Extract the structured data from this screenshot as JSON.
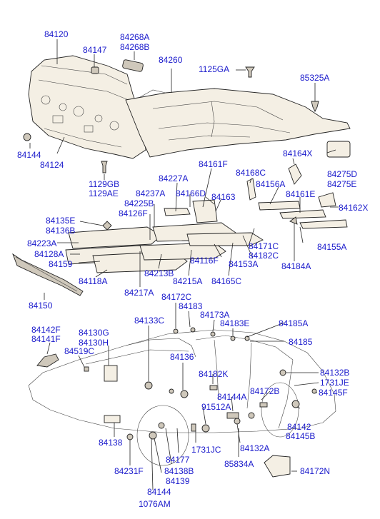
{
  "labels": {
    "l84120": "84120",
    "l84147": "84147",
    "l84268A": "84268A",
    "l84268B": "84268B",
    "l84260": "84260",
    "l1125GA": "1125GA",
    "l85325A": "85325A",
    "l84144a": "84144",
    "l84124": "84124",
    "l1129GB": "1129GB",
    "l1129AE": "1129AE",
    "l84161F": "84161F",
    "l84168C": "84168C",
    "l84164X": "84164X",
    "l84275D": "84275D",
    "l84275E": "84275E",
    "l84227A": "84227A",
    "l84237A": "84237A",
    "l84166D": "84166D",
    "l84163": "84163",
    "l84156A": "84156A",
    "l84161E": "84161E",
    "l84162X": "84162X",
    "l84225B": "84225B",
    "l84126F": "84126F",
    "l84135E": "84135E",
    "l84136B": "84136B",
    "l84223A": "84223A",
    "l84128A": "84128A",
    "l84159": "84159",
    "l84171C": "84171C",
    "l84182C": "84182C",
    "l84155A": "84155A",
    "l84116F": "84116F",
    "l84153A": "84153A",
    "l84184A": "84184A",
    "l84118A": "84118A",
    "l84213B": "84213B",
    "l84215A": "84215A",
    "l84165C": "84165C",
    "l84150": "84150",
    "l84217A": "84217A",
    "l84172C": "84172C",
    "l84183a": "84183",
    "l84133C": "84133C",
    "l84173A": "84173A",
    "l84183E": "84183E",
    "l84185A": "84185A",
    "l84142F": "84142F",
    "l84141F": "84141F",
    "l84130G": "84130G",
    "l84130H": "84130H",
    "l84185": "84185",
    "l84519C": "84519C",
    "l84136": "84136",
    "l84132B": "84132B",
    "l84182K": "84182K",
    "l1731JE": "1731JE",
    "l84172B": "84172B",
    "l84145F": "84145F",
    "l84144A": "84144A",
    "l91512A": "91512A",
    "l84142": "84142",
    "l84145B": "84145B",
    "l84138": "84138",
    "l1731JC": "1731JC",
    "l84132A": "84132A",
    "l84177": "84177",
    "l85834A": "85834A",
    "l84172N": "84172N",
    "l84231F": "84231F",
    "l84138B": "84138B",
    "l84139": "84139",
    "l84144b": "84144",
    "l1076AM": "1076AM"
  }
}
